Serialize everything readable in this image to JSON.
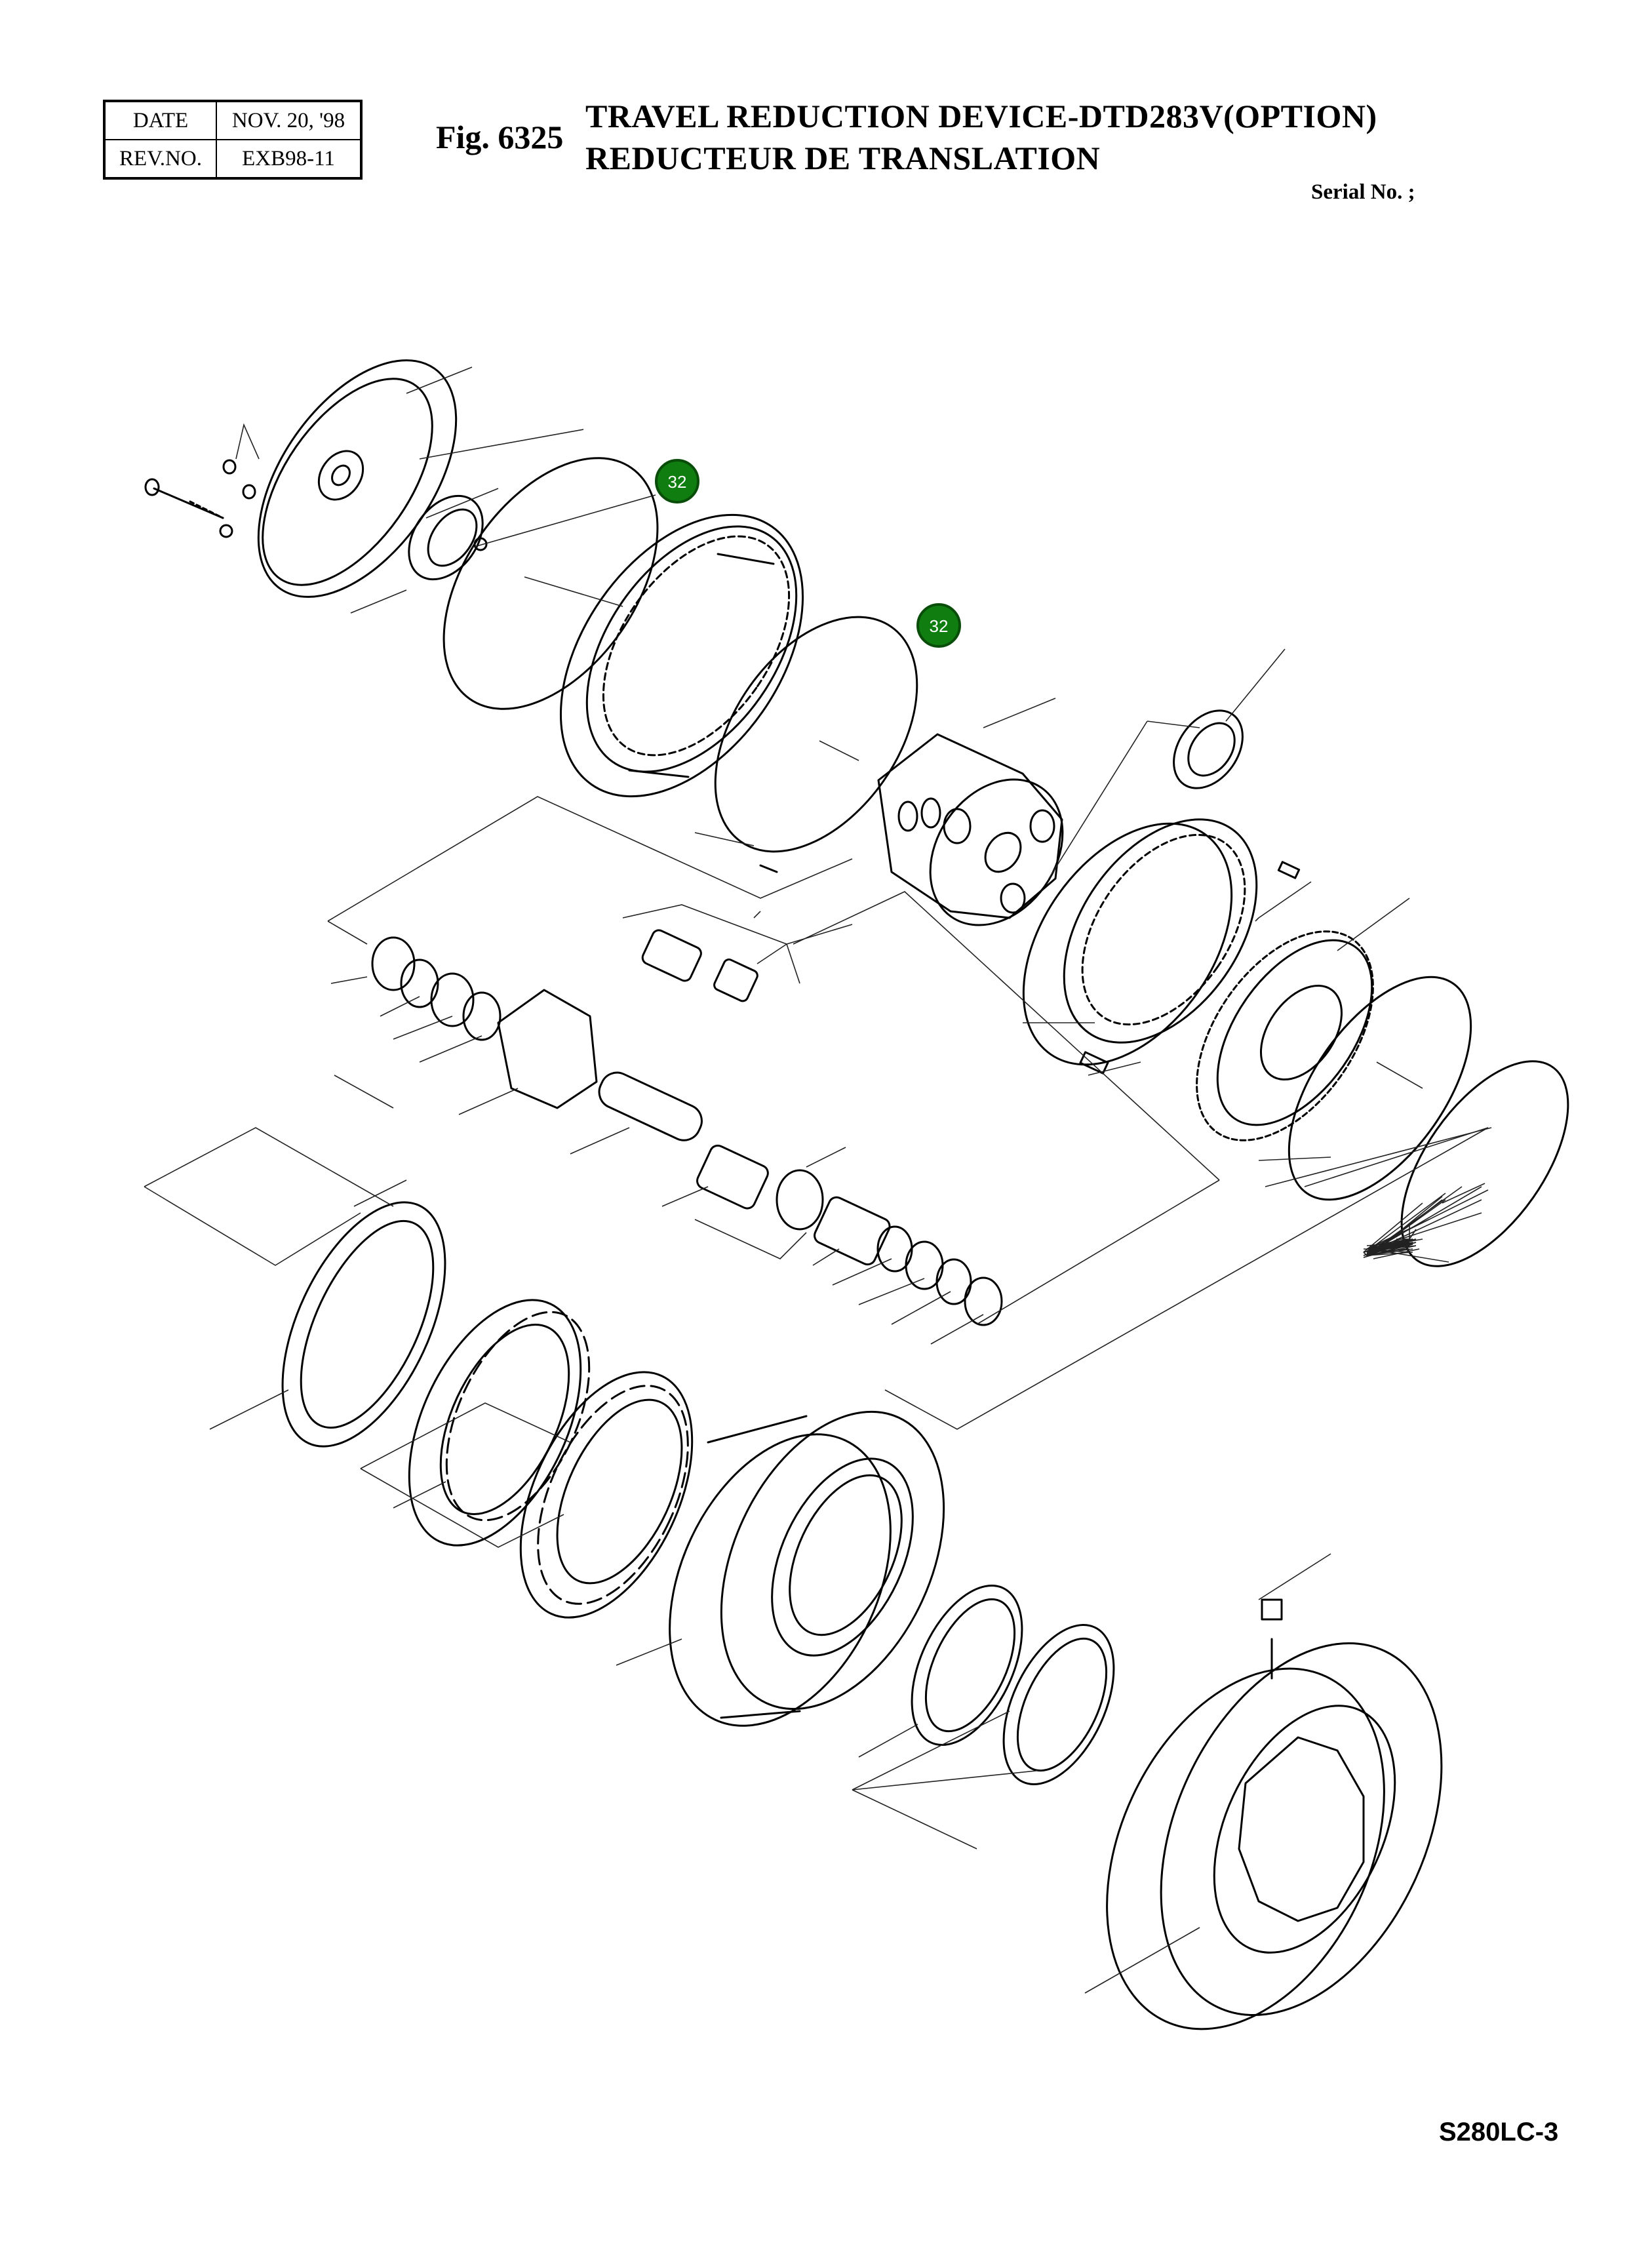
{
  "header": {
    "date_label": "DATE",
    "date_value": "NOV. 20, '98",
    "rev_label": "REV.NO.",
    "rev_value": "EXB98-11",
    "fig_number": "Fig. 6325",
    "title_line1": "TRAVEL REDUCTION DEVICE-DTD283V(OPTION)",
    "title_line2": "REDUCTEUR DE TRANSLATION",
    "serial": "Serial No. ;"
  },
  "callouts": [
    {
      "id": "callout-32-upper",
      "label": "32"
    },
    {
      "id": "callout-32-lower",
      "label": "32"
    }
  ],
  "footer": {
    "model": "S280LC-3"
  }
}
